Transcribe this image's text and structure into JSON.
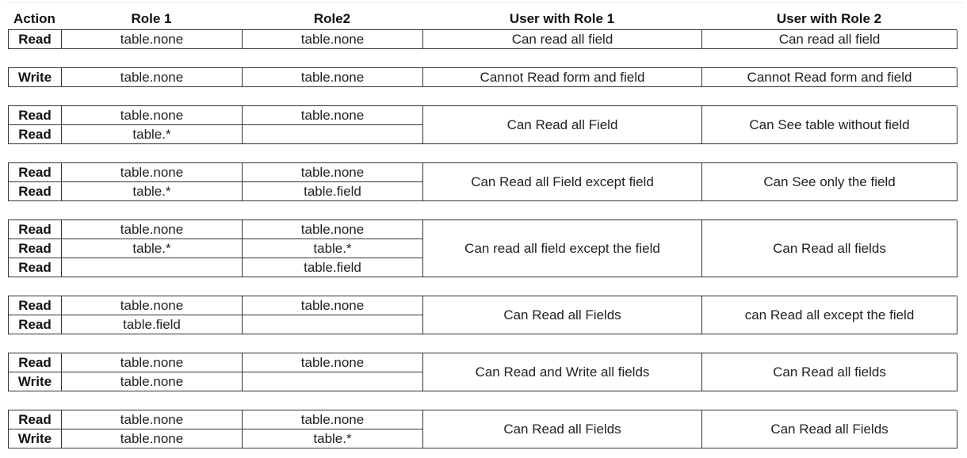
{
  "headers": [
    "Action",
    "Role 1",
    "Role2",
    "User with Role 1",
    "User with Role 2"
  ],
  "groups": [
    {
      "rows": [
        {
          "action": "Read",
          "role1": "table.none",
          "role2": "table.none"
        }
      ],
      "user1": "Can read all field",
      "user2": "Can read all field"
    },
    {
      "rows": [
        {
          "action": "Write",
          "role1": "table.none",
          "role2": "table.none"
        }
      ],
      "user1": "Cannot Read form and field",
      "user2": "Cannot Read form and field"
    },
    {
      "rows": [
        {
          "action": "Read",
          "role1": "table.none",
          "role2": "table.none"
        },
        {
          "action": "Read",
          "role1": "table.*",
          "role2": ""
        }
      ],
      "user1": "Can Read all Field",
      "user2": "Can See table without field"
    },
    {
      "rows": [
        {
          "action": "Read",
          "role1": "table.none",
          "role2": "table.none"
        },
        {
          "action": "Read",
          "role1": "table.*",
          "role2": "table.field"
        }
      ],
      "user1": "Can Read all Field except field",
      "user2": "Can See only the field"
    },
    {
      "rows": [
        {
          "action": "Read",
          "role1": "table.none",
          "role2": "table.none"
        },
        {
          "action": "Read",
          "role1": "table.*",
          "role2": "table.*"
        },
        {
          "action": "Read",
          "role1": "",
          "role2": "table.field"
        }
      ],
      "user1": "Can read all field except the field",
      "user2": "Can Read all fields"
    },
    {
      "rows": [
        {
          "action": "Read",
          "role1": "table.none",
          "role2": "table.none"
        },
        {
          "action": "Read",
          "role1": "table.field",
          "role2": ""
        }
      ],
      "user1": "Can Read all Fields",
      "user2": "can Read all except the field"
    },
    {
      "rows": [
        {
          "action": "Read",
          "role1": "table.none",
          "role2": "table.none"
        },
        {
          "action": "Write",
          "role1": "table.none",
          "role2": ""
        }
      ],
      "user1": "Can Read and Write all fields",
      "user2": "Can Read all fields"
    },
    {
      "rows": [
        {
          "action": "Read",
          "role1": "table.none",
          "role2": "table.none"
        },
        {
          "action": "Write",
          "role1": "table.none",
          "role2": "table.*"
        }
      ],
      "user1": "Can Read all Fields",
      "user2": "Can Read all Fields"
    }
  ]
}
